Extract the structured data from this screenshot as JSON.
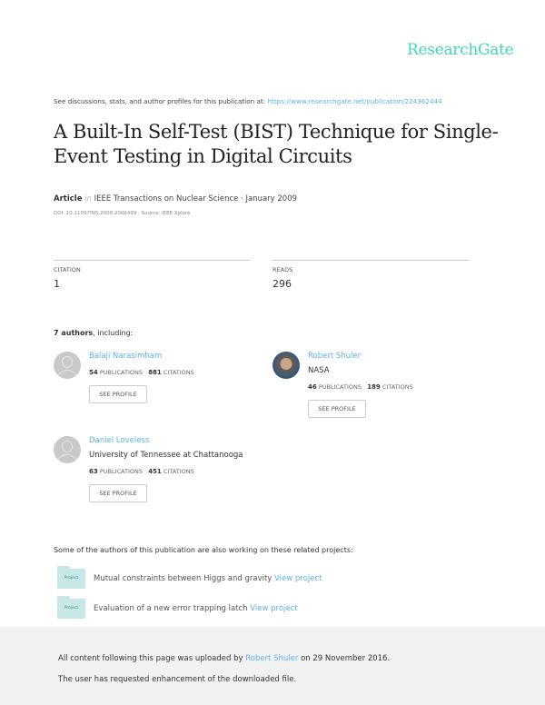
{
  "logo": "ResearchGate",
  "header": {
    "see_text": "See discussions, stats, and author profiles for this publication at:",
    "url": "https://www.researchgate.net/publication/224362444"
  },
  "title": "A Built-In Self-Test (BIST) Technique for Single-Event Testing in Digital Circuits",
  "meta": {
    "type": "Article",
    "in": "in",
    "journal": "IEEE Transactions on Nuclear Science · January 2009",
    "doi": "DOI: 10.1109/TNS.2008.2006499 · Source: IEEE Xplore"
  },
  "stats": {
    "citation_label": "CITATION",
    "citation_value": "1",
    "reads_label": "READS",
    "reads_value": "296"
  },
  "authors_heading": {
    "count": "7 authors",
    "suffix": ", including:"
  },
  "authors": [
    {
      "name": "Balaji Narasimham",
      "institution": "",
      "publications": "54",
      "citations": "881",
      "pub_label": "PUBLICATIONS",
      "cit_label": "CITATIONS",
      "button": "SEE PROFILE"
    },
    {
      "name": "Robert Shuler",
      "institution": "NASA",
      "publications": "46",
      "citations": "189",
      "pub_label": "PUBLICATIONS",
      "cit_label": "CITATIONS",
      "button": "SEE PROFILE"
    },
    {
      "name": "Daniel Loveless",
      "institution": "University of Tennessee at Chattanooga",
      "publications": "63",
      "citations": "451",
      "pub_label": "PUBLICATIONS",
      "cit_label": "CITATIONS",
      "button": "SEE PROFILE"
    }
  ],
  "related": {
    "heading": "Some of the authors of this publication are also working on these related projects:",
    "folder_label": "Project",
    "link": "View project",
    "projects": [
      "Mutual constraints between Higgs and gravity",
      "Evaluation of a new error trapping latch"
    ]
  },
  "footer": {
    "uploaded_prefix": "All content following this page was uploaded by",
    "uploader": "Robert Shuler",
    "uploaded_suffix": "on 29 November 2016.",
    "note": "The user has requested enhancement of the downloaded file."
  }
}
